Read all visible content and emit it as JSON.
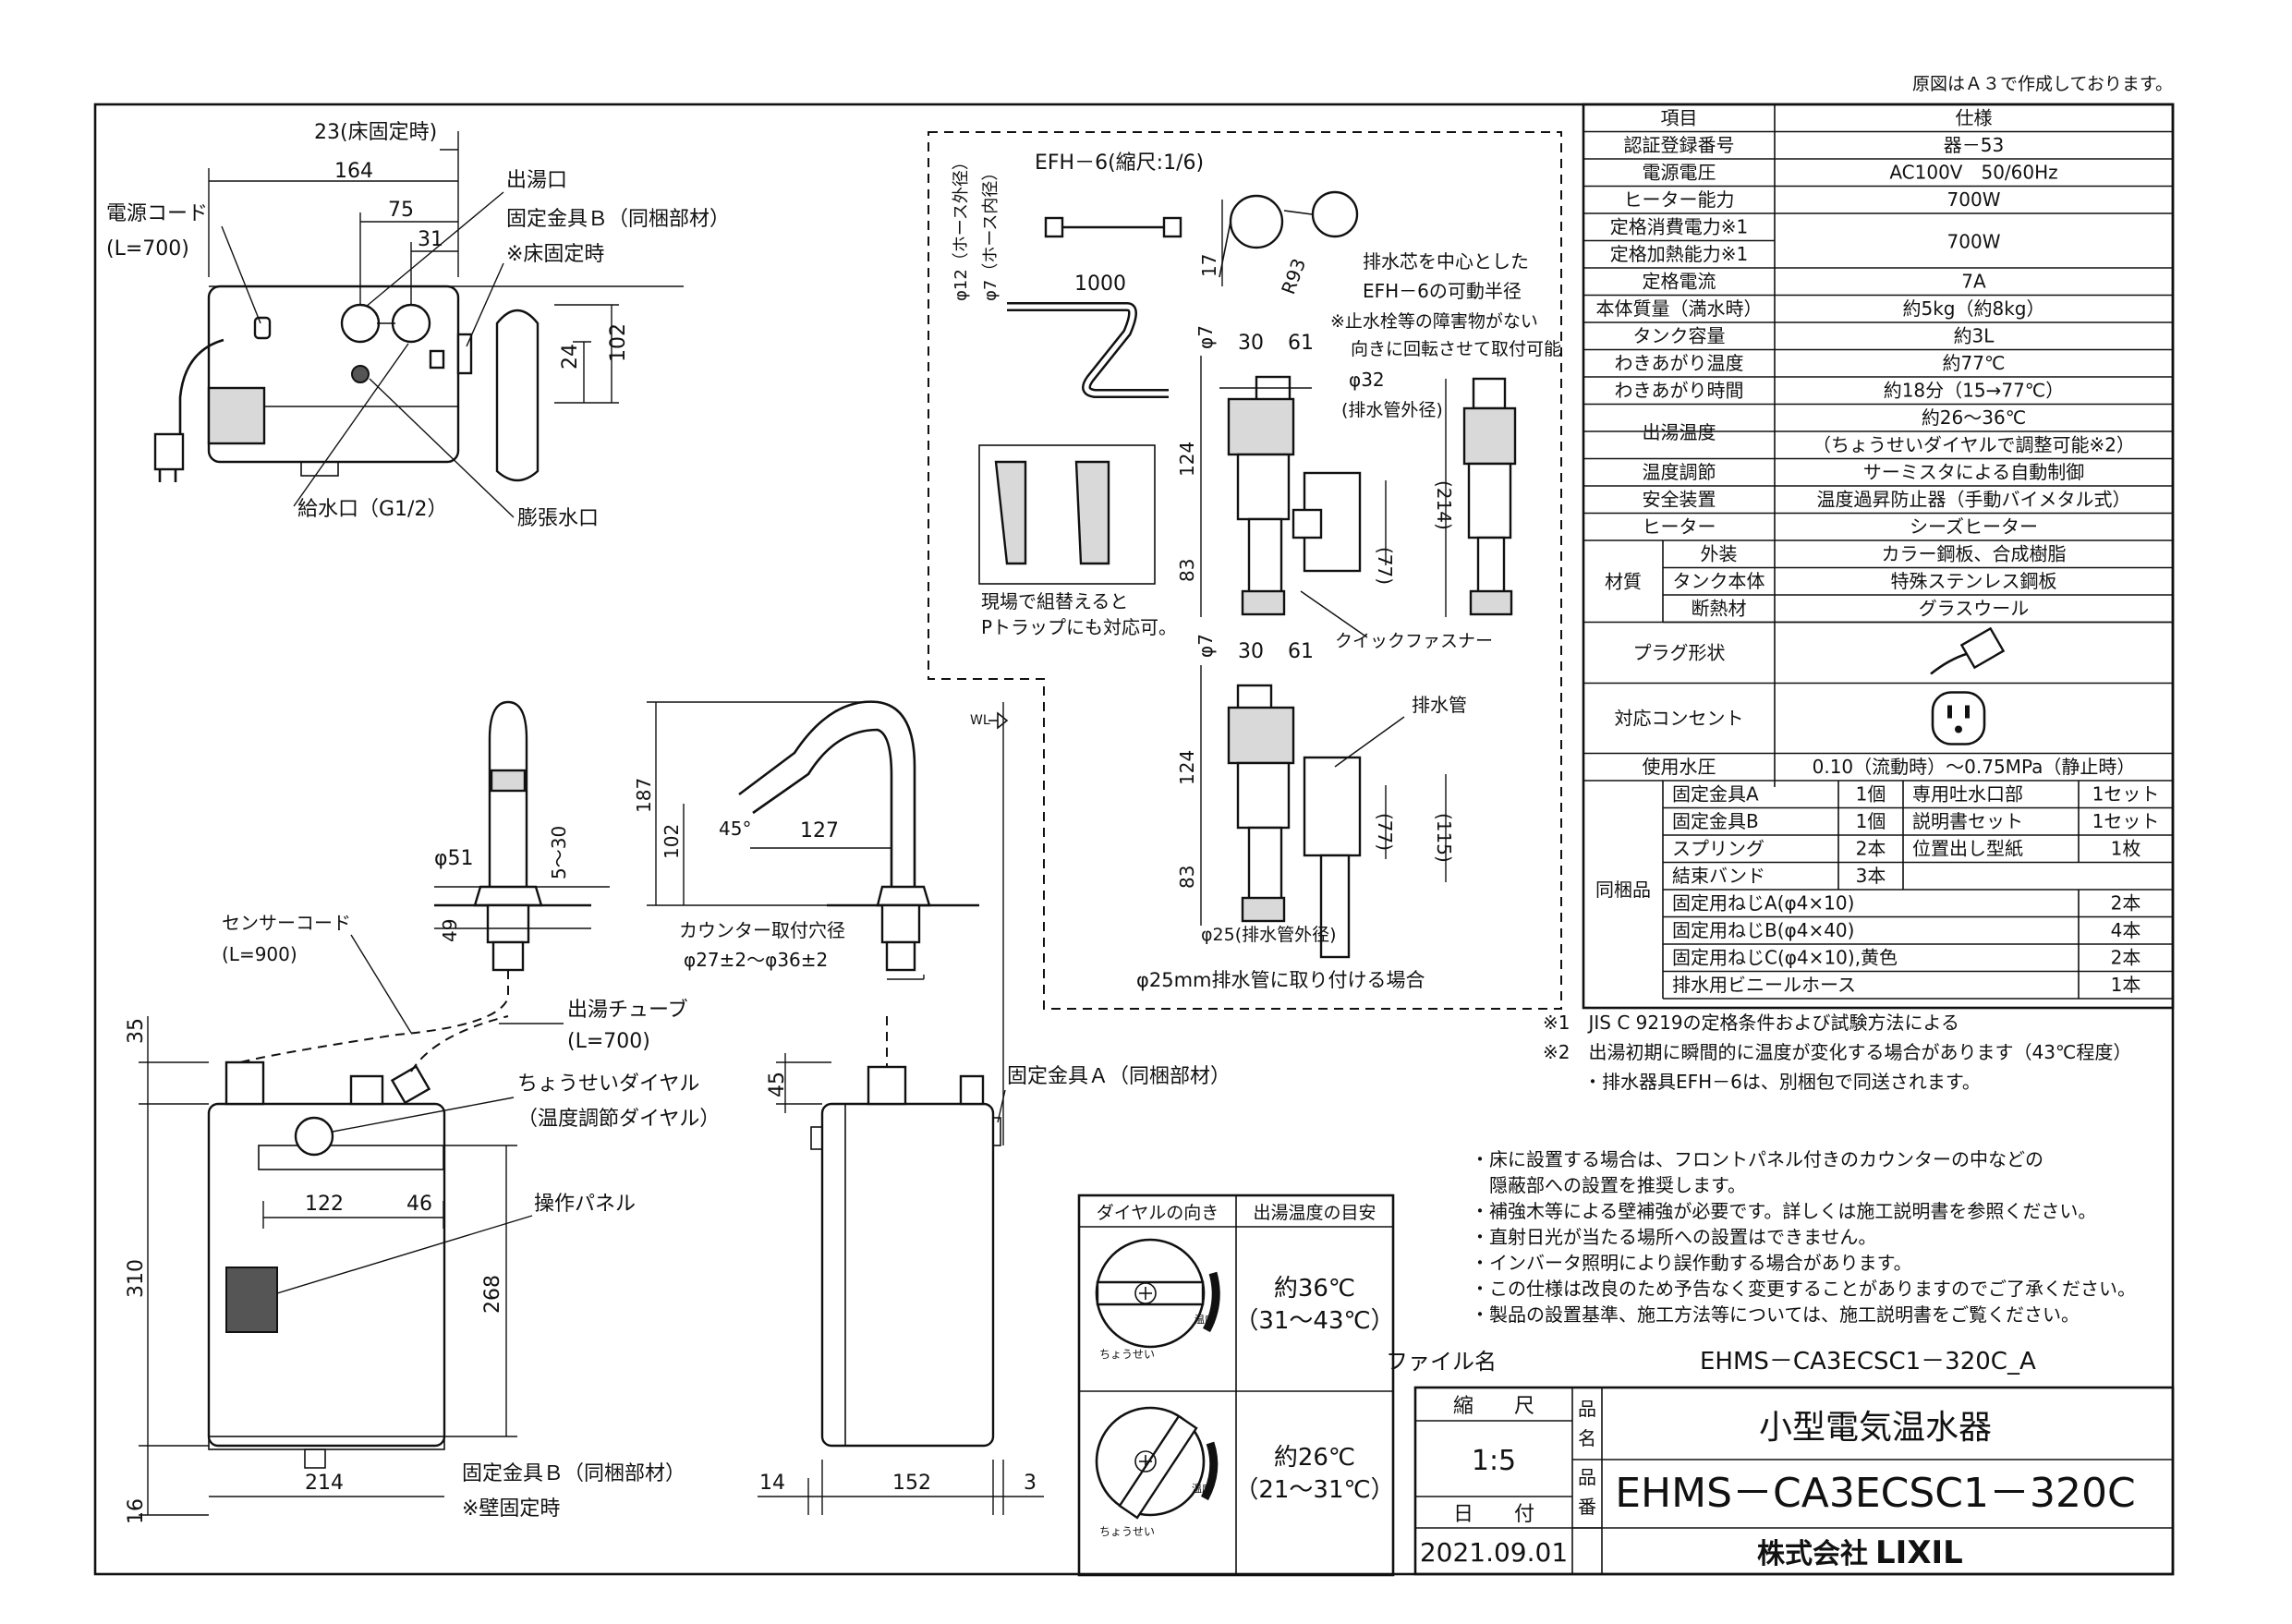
{
  "header": {
    "note": "原図はＡ３で作成しております。"
  },
  "spec_table": {
    "rows": [
      [
        "項目",
        "仕様"
      ],
      [
        "認証登録番号",
        "器－53"
      ],
      [
        "電源電圧",
        "AC100V　50/60Hz"
      ],
      [
        "ヒーター能力",
        "700W"
      ],
      [
        "定格消費電力※1",
        "700W"
      ],
      [
        "定格加熱能力※1",
        ""
      ],
      [
        "定格電流",
        "7A"
      ],
      [
        "本体質量（満水時）",
        "約5kg（約8kg）"
      ],
      [
        "タンク容量",
        "約3L"
      ],
      [
        "わきあがり温度",
        "約77℃"
      ],
      [
        "わきあがり時間",
        "約18分（15→77℃）"
      ],
      [
        "出湯温度",
        "約26～36℃"
      ],
      [
        "",
        "（ちょうせいダイヤルで調整可能※2）"
      ],
      [
        "温度調節",
        "サーミスタによる自動制御"
      ],
      [
        "安全装置",
        "温度過昇防止器（手動バイメタル式）"
      ],
      [
        "ヒーター",
        "シーズヒーター"
      ]
    ],
    "material_label": "材質",
    "material_rows": [
      [
        "外装",
        "カラー鋼板、合成樹脂"
      ],
      [
        "タンク本体",
        "特殊ステンレス鋼板"
      ],
      [
        "断熱材",
        "グラスウール"
      ]
    ],
    "plug_label": "プラグ形状",
    "outlet_label": "対応コンセント",
    "pressure_label": "使用水圧",
    "pressure_value": "0.10（流動時）～0.75MPa（静止時）",
    "included_label": "同梱品",
    "included_pairs": [
      [
        "固定金具A",
        "1個",
        "専用吐水口部",
        "1セット"
      ],
      [
        "固定金具B",
        "1個",
        "説明書セット",
        "1セット"
      ],
      [
        "スプリング",
        "2本",
        "位置出し型紙",
        "1枚"
      ],
      [
        "結束バンド",
        "3本",
        "",
        ""
      ]
    ],
    "included_rows": [
      [
        "固定用ねじA(φ4×10)",
        "2本"
      ],
      [
        "固定用ねじB(φ4×40)",
        "4本"
      ],
      [
        "固定用ねじC(φ4×10),黄色",
        "2本"
      ],
      [
        "排水用ビニールホース",
        "1本"
      ]
    ]
  },
  "footnotes": [
    "※1　JIS C 9219の定格条件および試験方法による",
    "※2　出湯初期に瞬間的に温度が変化する場合があります（43℃程度）",
    "・排水器具EFH－6は、別梱包で同送されます。"
  ],
  "notes": [
    "・床に設置する場合は、フロントパネル付きのカウンターの中などの",
    "　隠蔽部への設置を推奨します。",
    "・補強木等による壁補強が必要です。詳しくは施工説明書を参照ください。",
    "・直射日光が当たる場所への設置はできません。",
    "・インバータ照明により誤作動する場合があります。",
    "・この仕様は改良のため予告なく変更することがありますのでご了承ください。",
    "・製品の設置基準、施工方法等については、施工説明書をご覧ください。"
  ],
  "dial_table": {
    "headers": [
      "ダイヤルの向き",
      "出湯温度の目安"
    ],
    "rows": [
      [
        "約36℃",
        "（31～43℃）"
      ],
      [
        "約26℃",
        "（21～31℃）"
      ]
    ],
    "dial_word": "温度",
    "dial_caption": "ちょうせい"
  },
  "title_block": {
    "file_label": "ファイル名",
    "file_name": "EHMS－CA3ECSC1－320C_A",
    "scale_label": "縮　　尺",
    "scale_value": "1:5",
    "date_label": "日　　付",
    "date_value": "2021.09.01",
    "product_label_1": "品",
    "product_label_2": "名",
    "number_label_1": "品",
    "number_label_2": "番",
    "product_name": "小型電気温水器",
    "product_number": "EHMS－CA3ECSC1－320C",
    "company": "株式会社",
    "brand": "LIXIL"
  },
  "top_view": {
    "dims": [
      "23(床固定時)",
      "164",
      "75",
      "31",
      "24",
      "102"
    ],
    "labels": [
      "電源コード",
      "(L=700)",
      "出湯口",
      "固定金具Ｂ（同梱部材）",
      "※床固定時",
      "給水口（G1/2）",
      "膨張水口"
    ]
  },
  "faucet_view": {
    "dims": [
      "φ51",
      "5～30",
      "49",
      "187",
      "102",
      "127",
      "45°"
    ],
    "labels": [
      "センサーコード",
      "(L=900)",
      "カウンター取付穴径",
      "φ27±2～φ36±2",
      "WL"
    ]
  },
  "front_view": {
    "dims": [
      "35",
      "310",
      "268",
      "122",
      "46",
      "214",
      "16"
    ],
    "labels": [
      "出湯チューブ",
      "(L=700)",
      "ちょうせいダイヤル",
      "（温度調節ダイヤル）",
      "操作パネル",
      "固定金具Ｂ（同梱部材）",
      "※壁固定時"
    ]
  },
  "side_view": {
    "dims": [
      "45",
      "14",
      "152",
      "3"
    ],
    "labels": [
      "固定金具Ａ（同梱部材）"
    ]
  },
  "drain_view": {
    "title": "EFH－6(縮尺:1/6)",
    "dims": [
      "φ12（ホース外径）",
      "φ7（ホース内径）",
      "1000",
      "17",
      "R93",
      "φ7",
      "30",
      "61",
      "φ32",
      "124",
      "(214)",
      "(77)",
      "83",
      "φ7",
      "30",
      "61",
      "124",
      "(115)",
      "(77)",
      "83"
    ],
    "labels": [
      "排水芯を中心とした",
      "EFH－6の可動半径",
      "※止水栓等の障害物がない",
      "向きに回転させて取付可能",
      "(排水管外径)",
      "クイックファスナー",
      "現場で組替えると",
      "Pトラップにも対応可。",
      "排水管",
      "φ25(排水管外径)",
      "φ25mm排水管に取り付ける場合"
    ]
  }
}
